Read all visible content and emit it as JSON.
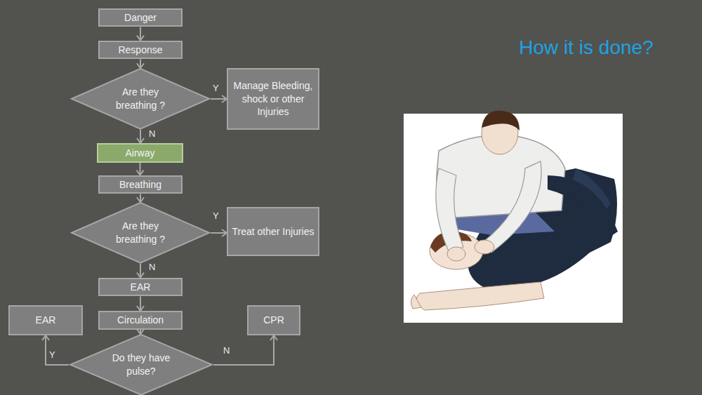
{
  "diagram": {
    "title": "How it is done?",
    "nodes": [
      {
        "text": [
          "Danger"
        ]
      },
      {
        "text": [
          "Response"
        ]
      },
      {
        "text": [
          "Are they breathing ?"
        ]
      },
      {
        "text": [
          "Manage Bleeding, shock or other Injuries"
        ]
      },
      {
        "text": [
          "Airway"
        ]
      },
      {
        "text": [
          "Breathing"
        ]
      },
      {
        "text": [
          "Are they breathing ?"
        ]
      },
      {
        "text": [
          "Treat other Injuries"
        ]
      },
      {
        "text": [
          "EAR"
        ]
      },
      {
        "text": [
          "Circulation"
        ]
      },
      {
        "text": [
          "EAR"
        ]
      },
      {
        "text": [
          "CPR"
        ]
      },
      {
        "text": [
          "Do they have pulse?"
        ]
      }
    ],
    "edges": [
      {
        "from": 0,
        "to": 1,
        "arrow": "to"
      },
      {
        "from": 1,
        "to": 2,
        "arrow": "to"
      },
      {
        "from": 2,
        "to": 3,
        "label": "Y",
        "arrow": "to"
      },
      {
        "from": 2,
        "to": 4,
        "label": "N",
        "arrow": "to"
      },
      {
        "from": 4,
        "to": 5,
        "arrow": "to"
      },
      {
        "from": 5,
        "to": 6,
        "arrow": "to"
      },
      {
        "from": 6,
        "to": 7,
        "label": "Y",
        "arrow": "to"
      },
      {
        "from": 6,
        "to": 8,
        "label": "N",
        "arrow": "to"
      },
      {
        "from": 8,
        "to": 9,
        "arrow": "to"
      },
      {
        "from": 9,
        "to": 12,
        "arrow": "to"
      },
      {
        "from": 12,
        "to": 10,
        "label": "Y",
        "arrow": "to"
      },
      {
        "from": 12,
        "to": 11,
        "label": "N",
        "arrow": "to"
      }
    ]
  }
}
